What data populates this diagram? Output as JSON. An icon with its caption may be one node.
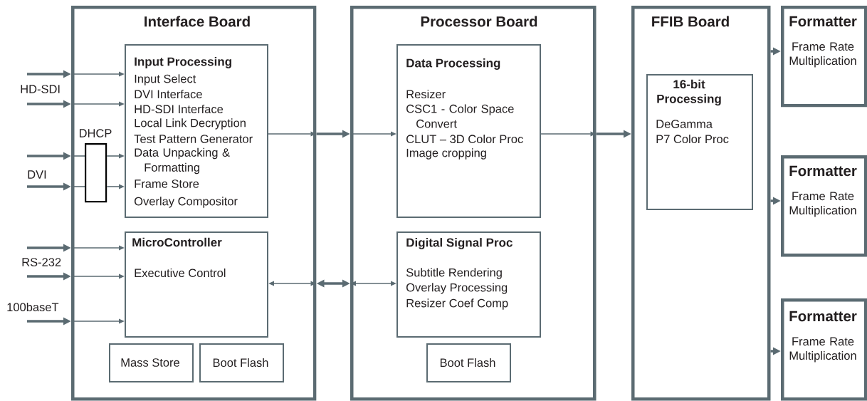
{
  "diagram": {
    "nodes": [
      {
        "text": [
          "Interface Board"
        ]
      },
      {
        "text": [
          "Input Processing",
          "Input Select",
          "DVI Interface",
          "HD-SDI Interface",
          "Local Link Decryption",
          "Test Pattern Generator",
          "Data Unpacking & Formatting",
          "Frame Store",
          "Overlay Compositor"
        ],
        "in": 0
      },
      {
        "text": [
          "DHCP"
        ],
        "in": 0
      },
      {
        "text": [
          "MicroController",
          "Executive Control"
        ],
        "in": 0
      },
      {
        "text": [
          "Mass Store"
        ],
        "in": 0
      },
      {
        "text": [
          "Boot Flash"
        ],
        "in": 0
      },
      {
        "text": [
          "Processor Board"
        ]
      },
      {
        "text": [
          "Data Processing",
          "Resizer",
          "CSC1 - Color Space Convert",
          "CLUT – 3D Color Proc",
          "Image cropping"
        ],
        "in": 6
      },
      {
        "text": [
          "Digital Signal Proc",
          "Subtitle Rendering",
          "Overlay Processing",
          "Resizer Coef Comp"
        ],
        "in": 6
      },
      {
        "text": [
          "Boot Flash"
        ],
        "in": 6
      },
      {
        "text": [
          "FFIB Board"
        ]
      },
      {
        "text": [
          "16-bit Processing",
          "DeGamma",
          "P7 Color Proc"
        ],
        "in": 10
      },
      {
        "text": [
          "Formatter",
          "Frame Rate Multiplication"
        ]
      },
      {
        "text": [
          "Formatter",
          "Frame Rate Multiplication"
        ]
      },
      {
        "text": [
          "Formatter",
          "Frame Rate Multiplication"
        ]
      }
    ],
    "edges": [
      {
        "from": null,
        "to": 0,
        "arrow": "to",
        "style": "thick"
      },
      {
        "from": null,
        "to": 0,
        "arrow": "to",
        "style": "thick"
      },
      {
        "from": null,
        "to": 0,
        "arrow": "to",
        "style": "thick"
      },
      {
        "from": null,
        "to": 0,
        "arrow": "to",
        "style": "thick"
      },
      {
        "from": null,
        "to": 0,
        "arrow": "to",
        "style": "thick"
      },
      {
        "from": null,
        "to": 0,
        "arrow": "to",
        "style": "thick"
      },
      {
        "from": null,
        "to": 0,
        "arrow": "to",
        "style": "thick"
      },
      {
        "from": 0,
        "to": 1,
        "arrow": "to"
      },
      {
        "from": 0,
        "to": 1,
        "arrow": "to"
      },
      {
        "from": 0,
        "to": 2,
        "arrow": "none"
      },
      {
        "from": 0,
        "to": 2,
        "arrow": "none"
      },
      {
        "from": 2,
        "to": 1,
        "arrow": "to"
      },
      {
        "from": 2,
        "to": 1,
        "arrow": "to"
      },
      {
        "from": 0,
        "to": 3,
        "arrow": "to"
      },
      {
        "from": 0,
        "to": 3,
        "arrow": "to"
      },
      {
        "from": 0,
        "to": 3,
        "arrow": "to"
      },
      {
        "from": 1,
        "to": 0,
        "arrow": "to"
      },
      {
        "from": 0,
        "to": 6,
        "arrow": "to",
        "style": "thick"
      },
      {
        "from": 6,
        "to": 7,
        "arrow": "to"
      },
      {
        "from": 7,
        "to": 6,
        "arrow": "to"
      },
      {
        "from": 6,
        "to": 10,
        "arrow": "to",
        "style": "thick"
      },
      {
        "from": 3,
        "to": 0,
        "arrow": "both"
      },
      {
        "from": 0,
        "to": 6,
        "arrow": "both",
        "style": "thick"
      },
      {
        "from": 6,
        "to": 8,
        "arrow": "both"
      },
      {
        "from": 10,
        "to": 12,
        "arrow": "to",
        "style": "thick"
      },
      {
        "from": 10,
        "to": 13,
        "arrow": "to",
        "style": "thick"
      },
      {
        "from": 10,
        "to": 14,
        "arrow": "to",
        "style": "thick"
      }
    ],
    "labels": [
      "HD-SDI",
      "DVI",
      "RS-232",
      "100baseT"
    ]
  }
}
